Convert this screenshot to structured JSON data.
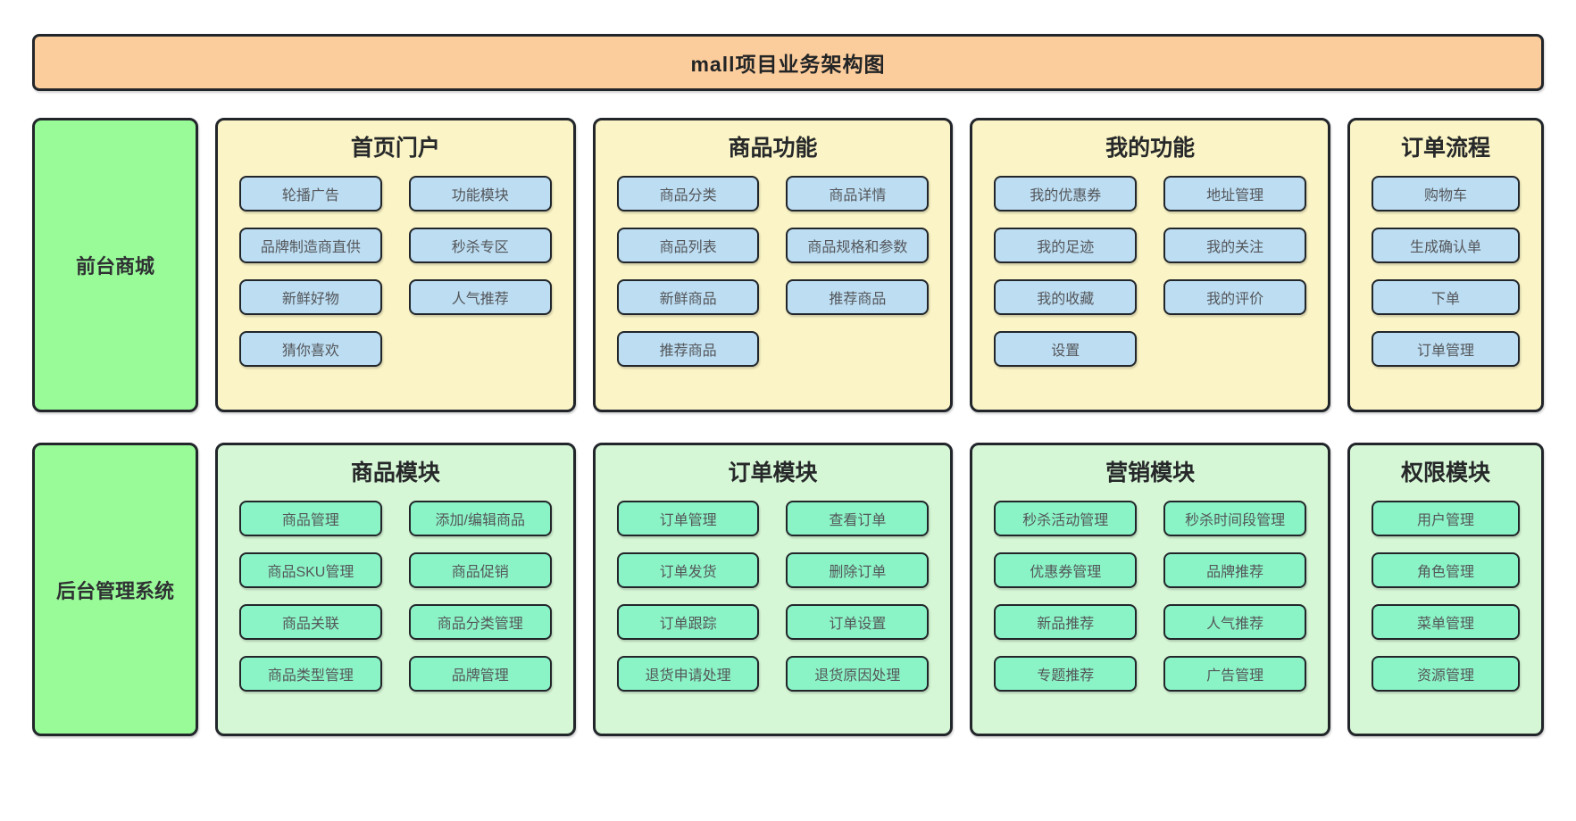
{
  "title": "mall项目业务架构图",
  "colors": {
    "header_bg": "#FCCD9C",
    "frontend_panel_bg": "#FAF4C6",
    "frontend_node_bg": "#BCDDF2",
    "backend_panel_bg": "#D6F7D6",
    "backend_node_bg": "#8BF4C6",
    "row_label_bg": "#98FB98",
    "border": "#22262B"
  },
  "rows": [
    {
      "label": "前台商城",
      "theme": "frontend",
      "panels": [
        {
          "title": "首页门户",
          "columns": 2,
          "items": [
            "轮播广告",
            "功能模块",
            "品牌制造商直供",
            "秒杀专区",
            "新鲜好物",
            "人气推荐",
            "猜你喜欢"
          ]
        },
        {
          "title": "商品功能",
          "columns": 2,
          "items": [
            "商品分类",
            "商品详情",
            "商品列表",
            "商品规格和参数",
            "新鲜商品",
            "推荐商品",
            "推荐商品"
          ]
        },
        {
          "title": "我的功能",
          "columns": 2,
          "items": [
            "我的优惠券",
            "地址管理",
            "我的足迹",
            "我的关注",
            "我的收藏",
            "我的评价",
            "设置"
          ]
        },
        {
          "title": "订单流程",
          "columns": 1,
          "items": [
            "购物车",
            "生成确认单",
            "下单",
            "订单管理"
          ]
        }
      ]
    },
    {
      "label": "后台管理系统",
      "theme": "backend",
      "panels": [
        {
          "title": "商品模块",
          "columns": 2,
          "items": [
            "商品管理",
            "添加/编辑商品",
            "商品SKU管理",
            "商品促销",
            "商品关联",
            "商品分类管理",
            "商品类型管理",
            "品牌管理"
          ]
        },
        {
          "title": "订单模块",
          "columns": 2,
          "items": [
            "订单管理",
            "查看订单",
            "订单发货",
            "删除订单",
            "订单跟踪",
            "订单设置",
            "退货申请处理",
            "退货原因处理"
          ]
        },
        {
          "title": "营销模块",
          "columns": 2,
          "items": [
            "秒杀活动管理",
            "秒杀时间段管理",
            "优惠券管理",
            "品牌推荐",
            "新品推荐",
            "人气推荐",
            "专题推荐",
            "广告管理"
          ]
        },
        {
          "title": "权限模块",
          "columns": 1,
          "items": [
            "用户管理",
            "角色管理",
            "菜单管理",
            "资源管理"
          ]
        }
      ]
    }
  ]
}
